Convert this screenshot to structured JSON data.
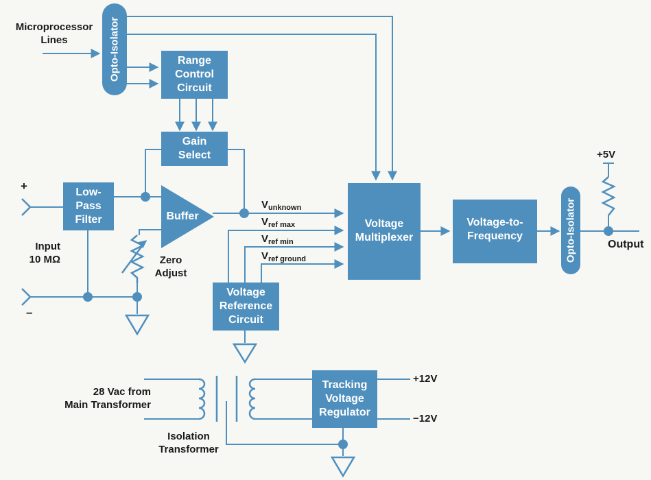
{
  "colors": {
    "block": "#4f8fbd",
    "wire": "#4f8fbd",
    "text": "#1a1a1a",
    "background": "#f7f7f4"
  },
  "blocks": {
    "opto_isolator_top": "Opto-Isolator",
    "range_control": [
      "Range",
      "Control",
      "Circuit"
    ],
    "gain_select": [
      "Gain",
      "Select"
    ],
    "low_pass_filter": [
      "Low-",
      "Pass",
      "Filter"
    ],
    "buffer": "Buffer",
    "voltage_multiplexer": [
      "Voltage",
      "Multiplexer"
    ],
    "voltage_to_frequency": [
      "Voltage-to-",
      "Frequency"
    ],
    "opto_isolator_output": "Opto-Isolator",
    "voltage_reference": [
      "Voltage",
      "Reference",
      "Circuit"
    ],
    "tracking_regulator": [
      "Tracking",
      "Voltage",
      "Regulator"
    ]
  },
  "labels": {
    "microprocessor_lines": [
      "Microprocessor",
      "Lines"
    ],
    "plus": "+",
    "minus": "–",
    "input": [
      "Input",
      "10 MΩ"
    ],
    "zero_adjust": [
      "Zero",
      "Adjust"
    ],
    "plus5v": "+5V",
    "output": "Output",
    "vac_source": [
      "28 Vac from",
      "Main Transformer"
    ],
    "isolation_transformer": [
      "Isolation",
      "Transformer"
    ],
    "plus12v": "+12V",
    "minus12v": "−12V"
  },
  "signals": {
    "unknown": {
      "main": "V",
      "sub": "unknown"
    },
    "ref_max": {
      "main": "V",
      "sub": "ref max"
    },
    "ref_min": {
      "main": "V",
      "sub": "ref min"
    },
    "ref_ground": {
      "main": "V",
      "sub": "ref ground"
    }
  }
}
